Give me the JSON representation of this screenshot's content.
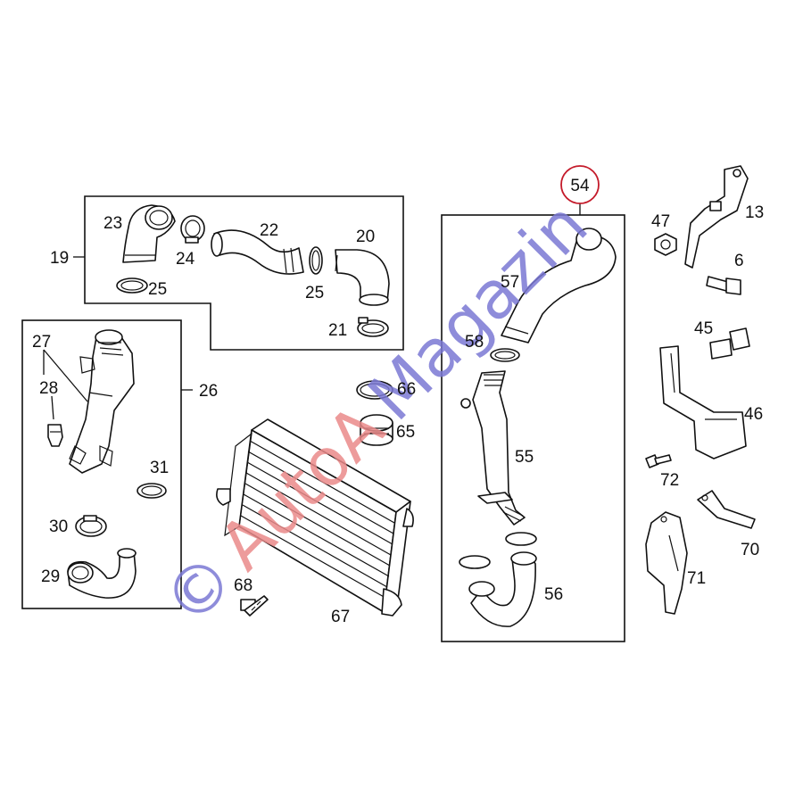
{
  "callouts": {
    "n54": "54",
    "n13": "13",
    "n47": "47",
    "n6": "6",
    "n45": "45",
    "n46": "46",
    "n72": "72",
    "n70": "70",
    "n71": "71",
    "n19": "19",
    "n20": "20",
    "n21": "21",
    "n22": "22",
    "n23": "23",
    "n24": "24",
    "n25a": "25",
    "n25b": "25",
    "n26": "26",
    "n27": "27",
    "n28": "28",
    "n29": "29",
    "n30": "30",
    "n31": "31",
    "n55": "55",
    "n56": "56",
    "n57": "57",
    "n58": "58",
    "n65": "65",
    "n66": "66",
    "n67": "67",
    "n68": "68"
  },
  "highlight": {
    "part": "54",
    "ring_color": "#c41a2a"
  },
  "watermark": {
    "text": "© AutoAMagazin",
    "color_red": "#ea8a8a",
    "color_blue": "#7a78d4"
  }
}
